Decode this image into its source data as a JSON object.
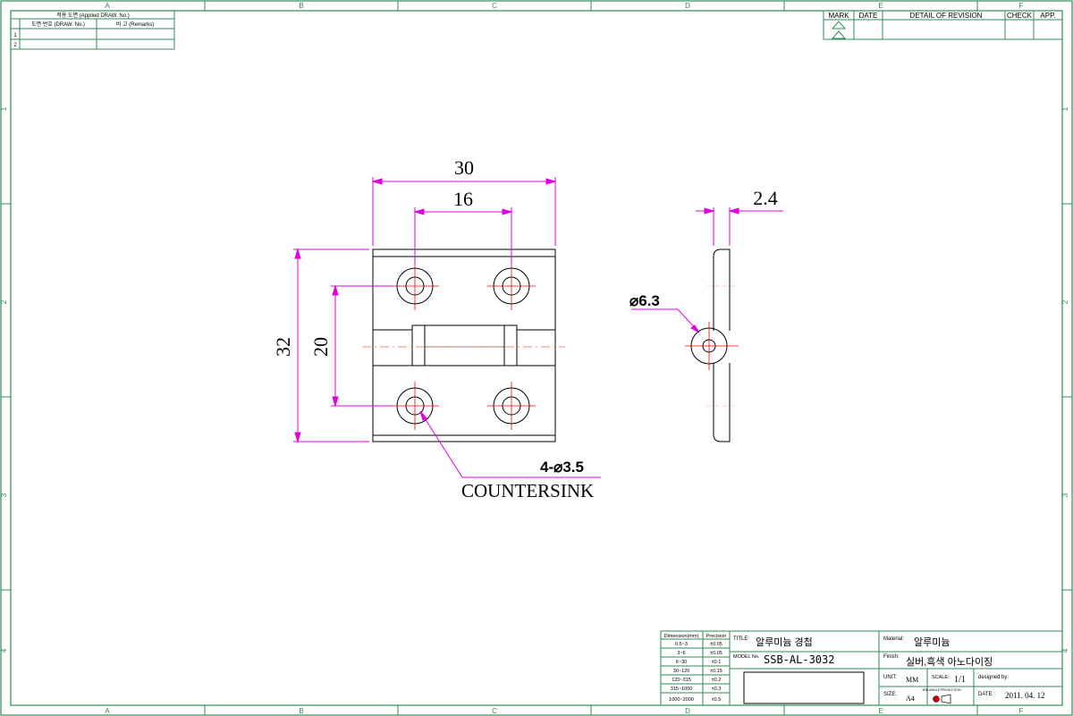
{
  "zones": {
    "columns": [
      "A",
      "B",
      "C",
      "D",
      "E",
      "F"
    ],
    "rows": [
      "1",
      "2",
      "3",
      "4"
    ]
  },
  "applied_table": {
    "header": "적용 도면 (Applied DRAW. No.)",
    "col_draw": "도면 번호 (DRAW. No.)",
    "col_remarks": "비 고 (Remarks)",
    "row_numbers": [
      "1",
      "2"
    ]
  },
  "revision_table": {
    "mark": "MARK",
    "date": "DATE",
    "detail": "DETAIL OF REVISION",
    "check": "CHECK",
    "app": "APP."
  },
  "dimensions": {
    "width": "30",
    "hole_spacing": "16",
    "height": "32",
    "hole_vertical": "20",
    "thickness": "2.4",
    "knuckle": "⌀6.3",
    "holes": "4-⌀3.5",
    "holes_note": "COUNTERSINK"
  },
  "title_block": {
    "tolerance": {
      "header_dim": "Dimension(mm)",
      "header_prec": "Precision",
      "rows": [
        [
          "0.5~3",
          "±0.05"
        ],
        [
          "3~6",
          "±0.05"
        ],
        [
          "6~30",
          "±0.1"
        ],
        [
          "30~120",
          "±0.15"
        ],
        [
          "120~315",
          "±0.2"
        ],
        [
          "315~1000",
          "±0.3"
        ],
        [
          "1000~2000",
          "±0.5"
        ]
      ]
    },
    "title_label": "TITLE:",
    "title": "알루미늄 경첩",
    "model_label": "MODEL No.",
    "model": "SSB-AL-3032",
    "material_label": "Material:",
    "material": "알루미늄",
    "finish_label": "Finish:",
    "finish": "실버,흑색 아노다이징",
    "unit_label": "UNIT:",
    "unit": "MM",
    "scale_label": "SCALE:",
    "scale": "1/1",
    "designed_label": "designed by:",
    "size_label": "SIZE:",
    "size": "A4",
    "date_label": "DATE :",
    "date": "2011. 04. 12",
    "projection_label": "3RD ANGLE PROJECTION"
  }
}
